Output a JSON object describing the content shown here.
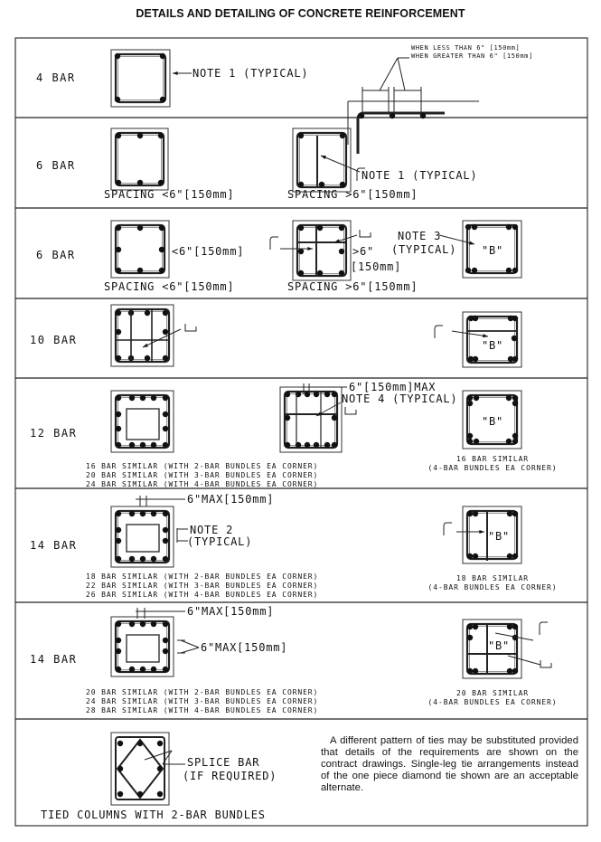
{
  "title": "DETAILS AND DETAILING OF CONCRETE REINFORCEMENT",
  "rows": [
    {
      "label": "4 BAR",
      "note": "NOTE 1 (TYPICAL)",
      "lap_lines": [
        "WHEN LESS THAN 6\" [150mm]",
        "WHEN GREATER THAN 6\" [150mm]"
      ]
    },
    {
      "label": "6 BAR",
      "left_caption": "SPACING <6\"[150mm]",
      "mid_caption": "SPACING >6\"[150mm]",
      "note": "NOTE 1 (TYPICAL)"
    },
    {
      "label": "6 BAR",
      "left_dim": "<6\"[150mm]",
      "mid_dim_1": ">6\"",
      "mid_dim_2": "[150mm]",
      "left_caption": "SPACING <6\"[150mm]",
      "mid_caption": "SPACING >6\"[150mm]",
      "note_1": "NOTE 3",
      "note_2": "(TYPICAL)",
      "b_label": "\"B\""
    },
    {
      "label": "10 BAR",
      "b_label": "\"B\""
    },
    {
      "label": "12 BAR",
      "dim": "6\"[150mm]MAX",
      "note": "NOTE 4 (TYPICAL)",
      "b_label": "\"B\"",
      "similar": [
        "16 BAR SIMILAR (WITH 2-BAR BUNDLES EA CORNER)",
        "20 BAR SIMILAR (WITH 3-BAR BUNDLES EA CORNER)",
        "24 BAR SIMILAR (WITH 4-BAR BUNDLES EA CORNER)"
      ],
      "right_similar": [
        "16 BAR SIMILAR",
        "(4-BAR BUNDLES EA CORNER)"
      ]
    },
    {
      "label": "14 BAR",
      "dim": "6\"MAX[150mm]",
      "note_1": "NOTE 2",
      "note_2": "(TYPICAL)",
      "b_label": "\"B\"",
      "similar": [
        "18 BAR SIMILAR (WITH 2-BAR BUNDLES EA CORNER)",
        "22 BAR SIMILAR (WITH 3-BAR BUNDLES EA CORNER)",
        "26 BAR SIMILAR (WITH 4-BAR BUNDLES EA CORNER)"
      ],
      "right_similar": [
        "18 BAR SIMILAR",
        "(4-BAR BUNDLES EA CORNER)"
      ]
    },
    {
      "label": "14 BAR",
      "dim_1": "6\"MAX[150mm]",
      "dim_2": "6\"MAX[150mm]",
      "b_label": "\"B\"",
      "similar": [
        "20 BAR SIMILAR (WITH 2-BAR BUNDLES EA CORNER)",
        "24 BAR SIMILAR (WITH 3-BAR BUNDLES EA CORNER)",
        "28 BAR SIMILAR (WITH 4-BAR BUNDLES EA CORNER)"
      ],
      "right_similar": [
        "20 BAR SIMILAR",
        "(4-BAR BUNDLES EA CORNER)"
      ]
    },
    {
      "caption": "TIED COLUMNS WITH 2-BAR BUNDLES",
      "note_1": "SPLICE BAR",
      "note_2": "(IF REQUIRED)",
      "paragraph": "A different pattern of ties may be substituted provided that details of the requirements are shown on the contract drawings. Single-leg tie arrangements instead of the one piece diamond tie shown are an acceptable alternate."
    }
  ]
}
